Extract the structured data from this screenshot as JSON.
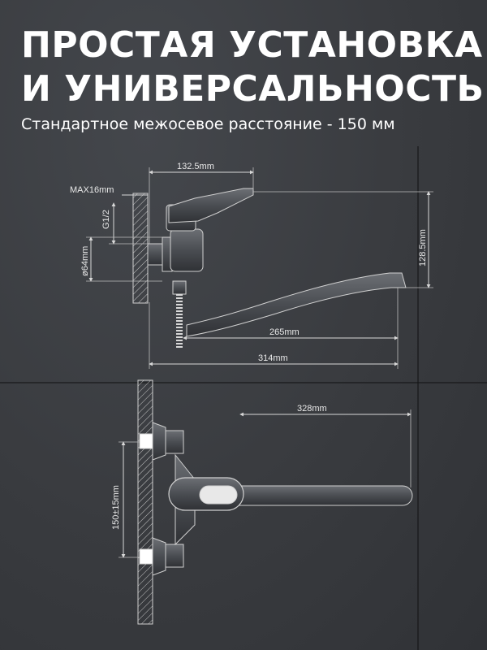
{
  "headline": {
    "line1": "ПРОСТАЯ УСТАНОВКА",
    "line2": "И УНИВЕРСАЛЬНОСТЬ",
    "subtitle": "Стандартное межосевое расстояние - 150 мм"
  },
  "dimensions": {
    "d132": "132.5mm",
    "max16": "MAX16mm",
    "g12": "G1/2",
    "d64": "ø64mm",
    "d128": "128.5mm",
    "d265": "265mm",
    "d314": "314mm",
    "d328": "328mm",
    "d150": "150±15mm"
  },
  "colors": {
    "background": "#3a3c40",
    "text": "#ffffff",
    "line": "#d8d8d8"
  }
}
